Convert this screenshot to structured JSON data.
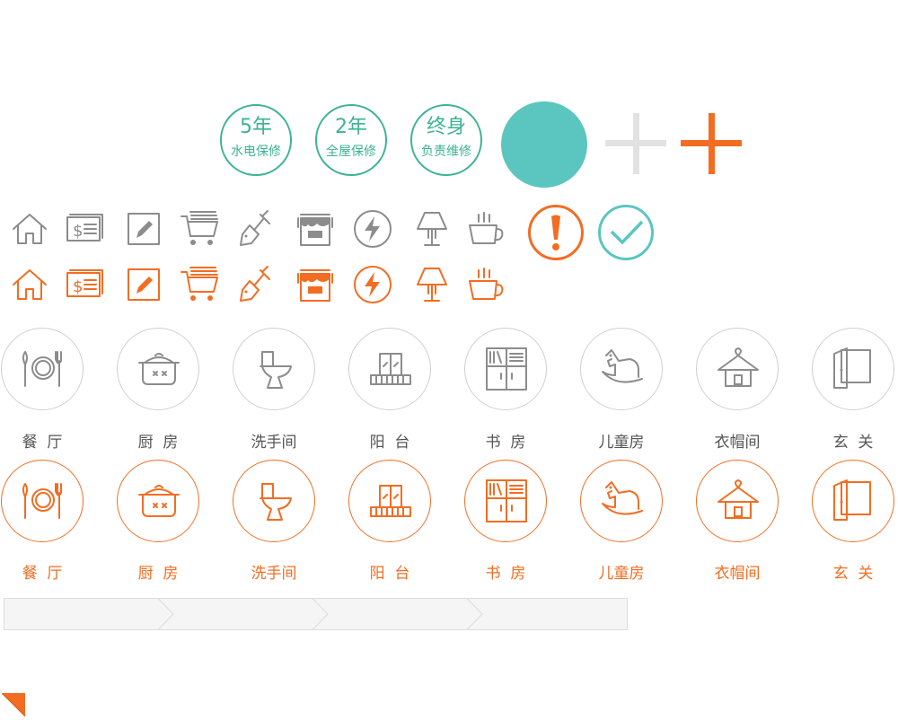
{
  "colors": {
    "green": "#3bb394",
    "teal": "#5ac6bf",
    "orange": "#f26d22",
    "gray": "#8c8c8c",
    "light_gray": "#e2e2e2",
    "step_fill": "#f5f5f5",
    "step_border": "#dcdcdc"
  },
  "badges": [
    {
      "big": "5年",
      "small": "水电保修"
    },
    {
      "big": "2年",
      "small": "全屋保修"
    },
    {
      "big": "终身",
      "small": "负责维修"
    }
  ],
  "rooms": [
    {
      "label": "餐  厅",
      "icon": "dining-icon"
    },
    {
      "label": "厨  房",
      "icon": "kitchen-pot-icon"
    },
    {
      "label": "洗手间",
      "icon": "toilet-icon"
    },
    {
      "label": "阳  台",
      "icon": "balcony-icon"
    },
    {
      "label": "书  房",
      "icon": "bookshelf-icon"
    },
    {
      "label": "儿童房",
      "icon": "rocking-horse-icon"
    },
    {
      "label": "衣帽间",
      "icon": "hanger-icon"
    },
    {
      "label": "玄  关",
      "icon": "door-icon"
    }
  ],
  "small_icons": [
    "house-icon",
    "money-bill-icon",
    "pencil-icon",
    "cart-icon",
    "shovel-icon",
    "paint-bucket-icon",
    "lightning-icon",
    "lamp-icon",
    "coffee-cup-icon"
  ]
}
